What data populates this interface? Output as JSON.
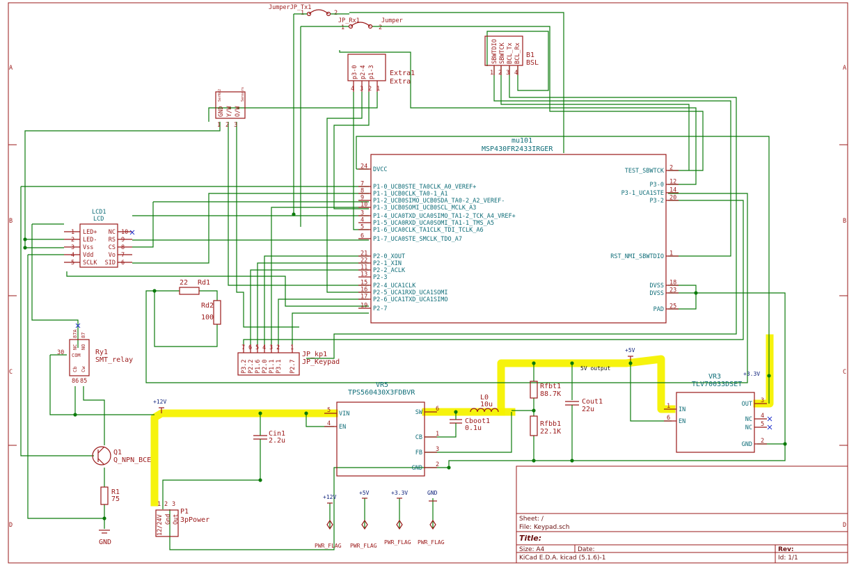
{
  "mcu": {
    "ref": "mu101",
    "value": "MSP430FR2433IRGER",
    "left_pins": [
      {
        "num": "24",
        "name": "DVCC"
      },
      {
        "num": "7",
        "name": "P1-0_UCB0STE_TA0CLK_A0_VEREF+"
      },
      {
        "num": "8",
        "name": "P1-1_UCB0CLK_TA0-1_A1"
      },
      {
        "num": "9",
        "name": "P1-2_UCB0SIMO_UCB0SDA_TA0-2_A2_VEREF-"
      },
      {
        "num": "10",
        "name": "P1-3_UCB0SOMI_UCB0SCL_MCLK_A3"
      },
      {
        "num": "3",
        "name": "P1-4_UCA0TXD_UCA0SIMO_TA1-2_TCK_A4_VREF+"
      },
      {
        "num": "4",
        "name": "P1-5_UCA0RXD_UCA0SOMI_TA1-1_TMS_A5"
      },
      {
        "num": "5",
        "name": "P1-6_UCA0CLK_TA1CLK_TDI_TCLK_A6"
      },
      {
        "num": "6",
        "name": "P1-7_UCA0STE_SMCLK_TDO_A7"
      },
      {
        "num": "21",
        "name": "P2-0_XOUT"
      },
      {
        "num": "22",
        "name": "P2-1_XIN"
      },
      {
        "num": "11",
        "name": "P2-2_ACLK"
      },
      {
        "num": "13",
        "name": "P2-3"
      },
      {
        "num": "15",
        "name": "P2-4_UCA1CLK"
      },
      {
        "num": "16",
        "name": "P2-5_UCA1RXD_UCA1SOMI"
      },
      {
        "num": "17",
        "name": "P2-6_UCA1TXD_UCA1SIMO"
      },
      {
        "num": "19",
        "name": "P2-7"
      }
    ],
    "right_pins": [
      {
        "num": "2",
        "name": "TEST_SBWTCK"
      },
      {
        "num": "12",
        "name": "P3-0"
      },
      {
        "num": "14",
        "name": "P3-1_UCA1STE"
      },
      {
        "num": "20",
        "name": "P3-2"
      },
      {
        "num": "1",
        "name": "RST_NMI_SBWTDIO"
      },
      {
        "num": "18",
        "name": "DVSS"
      },
      {
        "num": "23",
        "name": "DVSS"
      },
      {
        "num": "25",
        "name": "PAD"
      }
    ]
  },
  "lcd": {
    "ref": "LCD1",
    "value": "LCD",
    "pins_left": [
      {
        "num": "1",
        "name": "LED+"
      },
      {
        "num": "2",
        "name": "LED-"
      },
      {
        "num": "3",
        "name": "Vss"
      },
      {
        "num": "4",
        "name": "Vdd"
      },
      {
        "num": "5",
        "name": "SCLK"
      }
    ],
    "pins_right": [
      {
        "num": "10",
        "name": "NC"
      },
      {
        "num": "9",
        "name": "RS"
      },
      {
        "num": "8",
        "name": "CS"
      },
      {
        "num": "7",
        "name": "Vo"
      },
      {
        "num": "6",
        "name": "SID"
      }
    ]
  },
  "jumpers": {
    "tx": {
      "ref": "JumperJP_Tx1",
      "pin1": "1",
      "pin2": "2"
    },
    "rx": {
      "ref": "JP_Rx1",
      "value": "Jumper",
      "pin1": "1",
      "pin2": "2"
    }
  },
  "extra": {
    "ref": "Extra1",
    "value": "Extra",
    "pins": [
      "p3-0",
      "p2-4",
      "p1-3"
    ],
    "nums": [
      "4",
      "3",
      "2",
      "1"
    ]
  },
  "bsl": {
    "ref": "B1",
    "value": "BSL",
    "pins": [
      "SBWTDIO",
      "SBWTCK",
      "BCL_Tx",
      "BCL_Rx"
    ],
    "nums": [
      "1",
      "2",
      "3",
      "4"
    ]
  },
  "sensor": {
    "title": "SerNr2",
    "pins": [
      "GND",
      "Y/W",
      "O/W"
    ],
    "sub": "Sensors",
    "nums": [
      "1",
      "2",
      "3"
    ]
  },
  "relay": {
    "ref": "Ry1",
    "value": "SMT_relay",
    "pins_top": [
      "NC",
      "NO"
    ],
    "pins_top_nums": [
      "87A",
      "87"
    ],
    "com": "COM",
    "coil": [
      "Cb",
      "Cw"
    ],
    "nums": [
      "30",
      "86",
      "85"
    ]
  },
  "resistors": {
    "rd1": {
      "ref": "Rd1",
      "value": "22"
    },
    "rd2": {
      "ref": "Rd2",
      "value": "100"
    },
    "r1": {
      "ref": "R1",
      "value": "75"
    },
    "rfbt1": {
      "ref": "Rfbt1",
      "value": "88.7K"
    },
    "rfbb1": {
      "ref": "Rfbb1",
      "value": "22.1K"
    }
  },
  "transistor": {
    "ref": "Q1",
    "value": "Q_NPN_BCE"
  },
  "keypad": {
    "ref": "JP_kp1",
    "value": "JP_Keypad",
    "pins": [
      "P3.2",
      "P2.2",
      "P1.6",
      "P2.0",
      "P1.1",
      "P3.1",
      "P2.7"
    ],
    "nums": [
      "7",
      "6",
      "5",
      "4",
      "3",
      "2",
      "1"
    ]
  },
  "power_conn": {
    "ref": "P1",
    "value": "3pPower",
    "pins": [
      "12/24V",
      "Gnd",
      "Out"
    ],
    "nums": [
      "1",
      "2",
      "3"
    ]
  },
  "buck": {
    "ref": "VR5",
    "value": "TPS560430X3FDBVR",
    "pins": [
      {
        "num": "5",
        "name": "VIN"
      },
      {
        "num": "4",
        "name": "EN"
      },
      {
        "num": "6",
        "name": "SW"
      },
      {
        "num": "1",
        "name": "CB"
      },
      {
        "num": "3",
        "name": "FB"
      },
      {
        "num": "2",
        "name": "GND"
      }
    ]
  },
  "ldo": {
    "ref": "VR3",
    "value": "TLV70033DSET",
    "pins": [
      {
        "num": "1",
        "name": "IN"
      },
      {
        "num": "6",
        "name": "EN"
      },
      {
        "num": "3",
        "name": "OUT"
      },
      {
        "num": "4",
        "name": "NC"
      },
      {
        "num": "5",
        "name": "NC"
      },
      {
        "num": "2",
        "name": "GND"
      }
    ]
  },
  "caps": {
    "cin1": {
      "ref": "Cin1",
      "value": "2.2u"
    },
    "cboot1": {
      "ref": "Cboot1",
      "value": "0.1u"
    },
    "cout1": {
      "ref": "Cout1",
      "value": "22u"
    }
  },
  "inductor": {
    "ref": "L0",
    "value": "10u"
  },
  "nets": {
    "v12": "+12V",
    "v5": "+5V",
    "v33": "+3.3V",
    "gnd": "GND",
    "out5": "5V output"
  },
  "flags": [
    {
      "net": "+12V",
      "label": "PWR_FLAG"
    },
    {
      "net": "+5V",
      "label": "PWR_FLAG"
    },
    {
      "net": "+3.3V",
      "label": "PWR_FLAG"
    },
    {
      "net": "GND",
      "label": "PWR_FLAG"
    }
  ],
  "border": {
    "rows": [
      "A",
      "B",
      "C",
      "D"
    ]
  },
  "title_block": {
    "sheet": "Sheet: /",
    "file": "File: Keypad.sch",
    "title": "Title:",
    "size": "Size: A4",
    "date": "Date:",
    "rev": "Rev:",
    "tool": "KiCad E.D.A.  kicad (5.1.6)-1",
    "id": "Id: 1/1"
  },
  "colors": {
    "wire": "#0b7a0b",
    "component": "#9a1818",
    "highlight": "#f6f200",
    "pin_name": "#0f6d78"
  }
}
